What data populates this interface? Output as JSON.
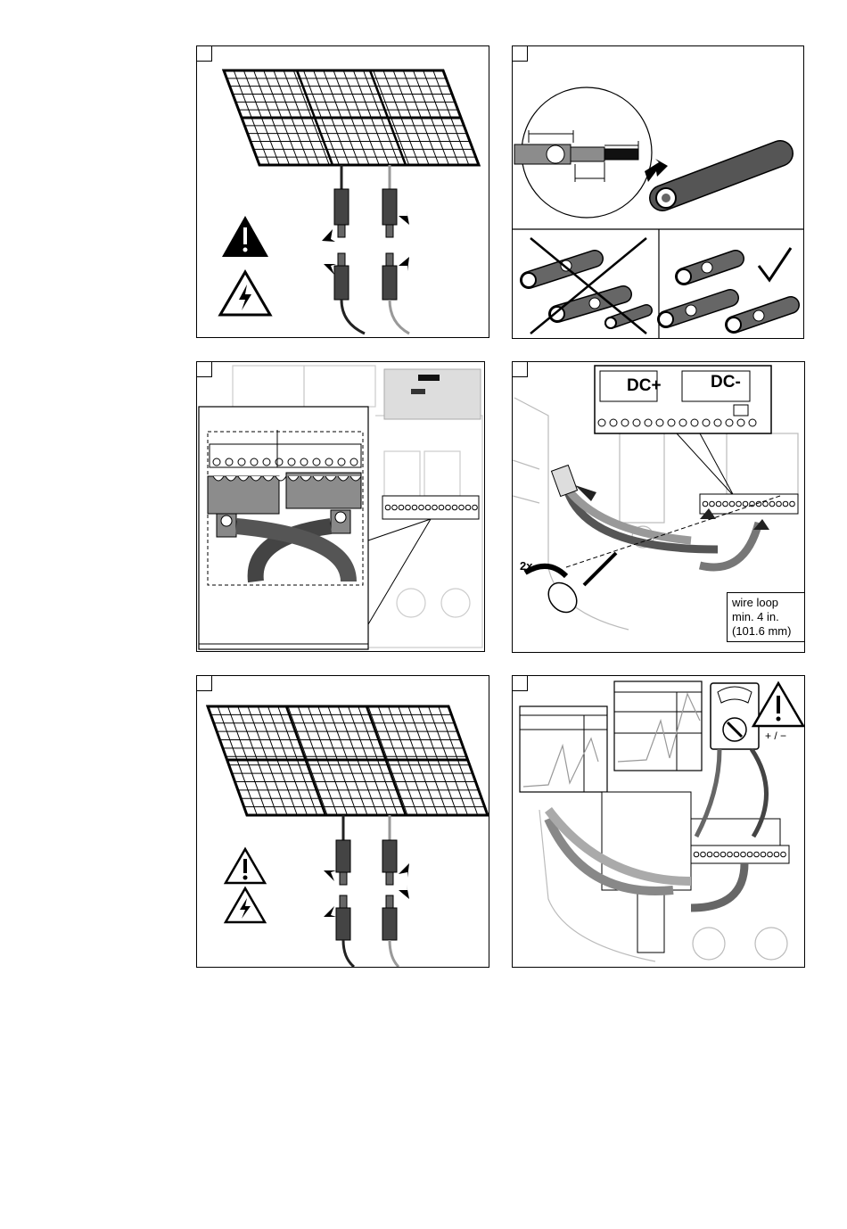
{
  "panel4": {
    "dc_plus": "DC+",
    "dc_minus": "DC-",
    "twice": "2x",
    "wire_loop_1": "wire loop",
    "wire_loop_2": "min. 4 in.",
    "wire_loop_3": "(101.6 mm)"
  },
  "panel6": {
    "polarity": "+ / −"
  },
  "colors": {
    "line": "#000000",
    "cable_dark": "#222222",
    "cable_light": "#9a9a9a",
    "gray_fill": "#8c8c8c"
  }
}
